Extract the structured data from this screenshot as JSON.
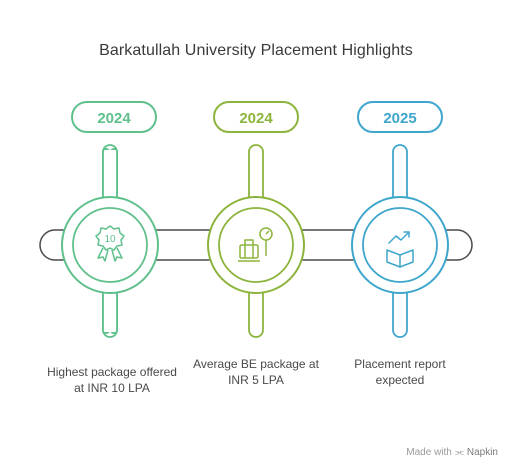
{
  "title": "Barkatullah University Placement Highlights",
  "milestones": [
    {
      "year": "2024",
      "description": "Highest package offered at INR 10 LPA",
      "icon": "award-badge-icon",
      "color": "#5fc08c"
    },
    {
      "year": "2024",
      "description": "Average BE package at INR 5 LPA",
      "icon": "luggage-clock-icon",
      "color": "#8cb43c"
    },
    {
      "year": "2025",
      "description": "Placement report expected",
      "icon": "chart-box-icon",
      "color": "#3ea6cc"
    }
  ],
  "badge_text": "10",
  "watermark": {
    "prefix": "Made with",
    "brand": "Napkin"
  },
  "colors": {
    "track": "#4a4a4a",
    "track_fill": "#ffffff"
  }
}
